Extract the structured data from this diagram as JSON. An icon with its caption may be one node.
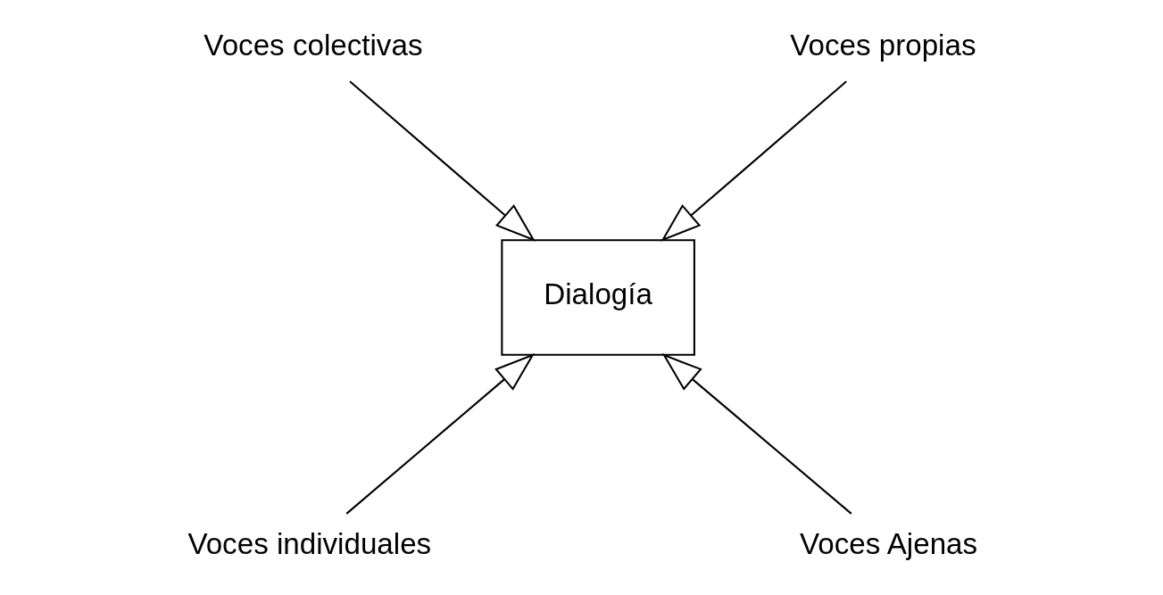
{
  "diagram": {
    "nodes": [
      {
        "text": [
          "Voces colectivas"
        ]
      },
      {
        "text": [
          "Voces propias"
        ]
      },
      {
        "text": [
          "Dialogía"
        ]
      },
      {
        "text": [
          "Voces individuales"
        ]
      },
      {
        "text": [
          "Voces Ajenas"
        ]
      }
    ],
    "edges": [
      {
        "from": 0,
        "to": 2,
        "arrow": "to"
      },
      {
        "from": 1,
        "to": 2,
        "arrow": "to"
      },
      {
        "from": 3,
        "to": 2,
        "arrow": "to"
      },
      {
        "from": 4,
        "to": 2,
        "arrow": "to"
      }
    ]
  }
}
